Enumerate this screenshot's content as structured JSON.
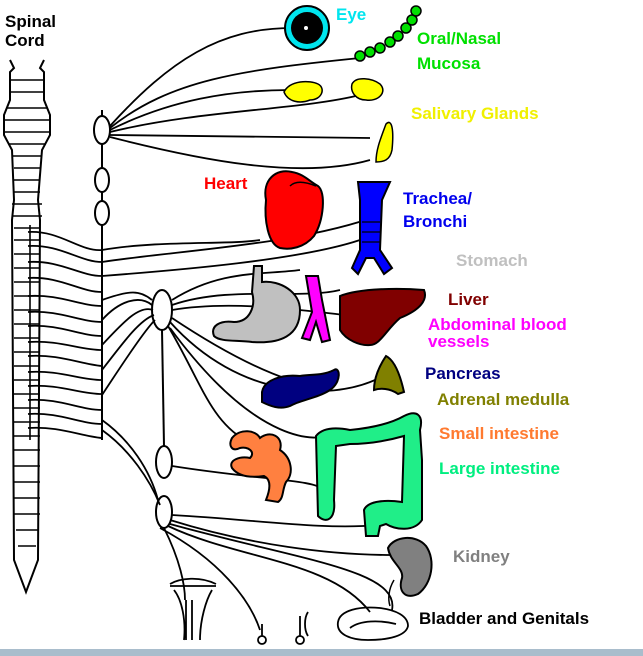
{
  "diagram": {
    "title_lines": [
      "Spinal",
      "Cord"
    ],
    "labels": [
      {
        "key": "eye",
        "lines": [
          "Eye"
        ],
        "color": "#00e5ee"
      },
      {
        "key": "oral-nasal-mucosa",
        "lines": [
          "Oral/Nasal",
          "Mucosa"
        ],
        "color": "#00e000"
      },
      {
        "key": "salivary-glands",
        "lines": [
          "Salivary Glands"
        ],
        "color": "#f0f000"
      },
      {
        "key": "heart",
        "lines": [
          "Heart"
        ],
        "color": "#ff0000"
      },
      {
        "key": "trachea-bronchi",
        "lines": [
          "Trachea/",
          "Bronchi"
        ],
        "color": "#0000ee"
      },
      {
        "key": "stomach",
        "lines": [
          "Stomach"
        ],
        "color": "#c0c0c0"
      },
      {
        "key": "liver",
        "lines": [
          "Liver"
        ],
        "color": "#800000"
      },
      {
        "key": "abdominal-blood-vessels",
        "lines": [
          "Abdominal blood",
          "vessels"
        ],
        "color": "#ff00ff"
      },
      {
        "key": "pancreas",
        "lines": [
          "Pancreas"
        ],
        "color": "#000080"
      },
      {
        "key": "adrenal-medulla",
        "lines": [
          "Adrenal medulla"
        ],
        "color": "#808000"
      },
      {
        "key": "small-intestine",
        "lines": [
          "Small intestine"
        ],
        "color": "#ff7a30"
      },
      {
        "key": "large-intestine",
        "lines": [
          "Large intestine"
        ],
        "color": "#00ee80"
      },
      {
        "key": "kidney",
        "lines": [
          "Kidney"
        ],
        "color": "#808080"
      },
      {
        "key": "bladder-genitals",
        "lines": [
          "Bladder and Genitals"
        ],
        "color": "#000000"
      }
    ],
    "organ_colors": {
      "eye_ring": "#00e5ee",
      "mucosa": "#00e000",
      "salivary": "#ffff00",
      "heart": "#ff0000",
      "trachea": "#0000ff",
      "stomach": "#c0c0c0",
      "vessels": "#ff00ff",
      "liver": "#800000",
      "pancreas": "#000080",
      "adrenal": "#808000",
      "small_intestine": "#ff8040",
      "large_intestine": "#20ee88",
      "kidney": "#808080"
    }
  }
}
